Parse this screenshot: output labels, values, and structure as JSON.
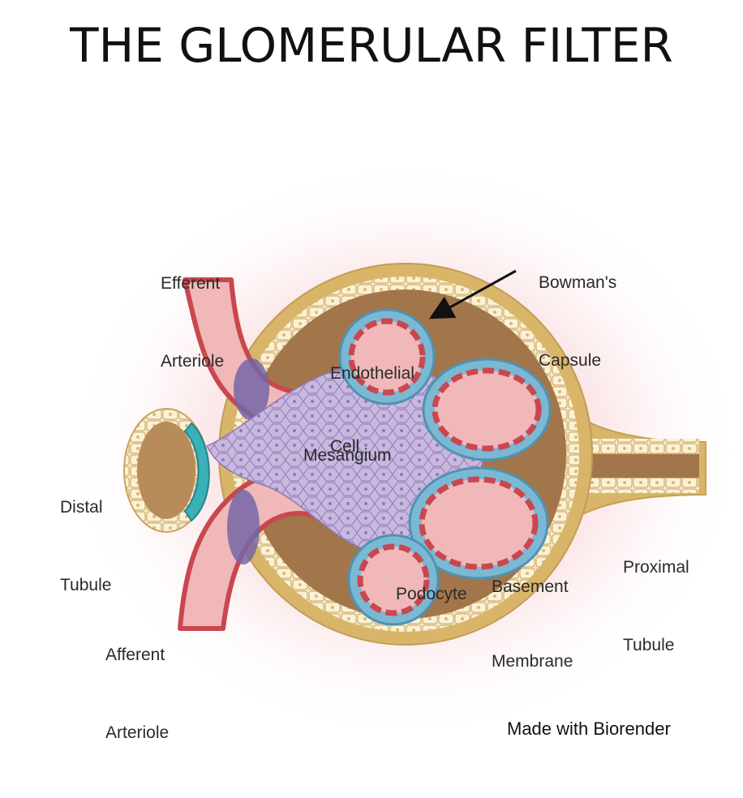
{
  "title": "THE GLOMERULAR FILTER",
  "labels": {
    "efferent_1": "Efferent",
    "efferent_2": "Arteriole",
    "bowman_1": "Bowman's",
    "bowman_2": "Capsule",
    "endo_1": "Endothelial",
    "endo_2": "Cell",
    "distal_1": "Distal",
    "distal_2": "Tubule",
    "mesangium": "Mesangium",
    "proximal_1": "Proximal",
    "proximal_2": "Tubule",
    "basement_1": "Basement",
    "basement_2": "Membrane",
    "afferent_1": "Afferent",
    "afferent_2": "Arteriole",
    "podocyte": "Podocyte"
  },
  "credit": "Made with Biorender",
  "colors": {
    "capsule_outer": "#d9b56a",
    "capsule_cavity": "#a2764a",
    "mesangium": "#c8b7dc",
    "capillary": "#f0b8b8",
    "endothelium": "#c9474f",
    "podocyte": "#7ab8d4",
    "tubule": "#f3e2b8",
    "distal_cells": "#3ab0b8",
    "glow": "#f7c6c9"
  }
}
